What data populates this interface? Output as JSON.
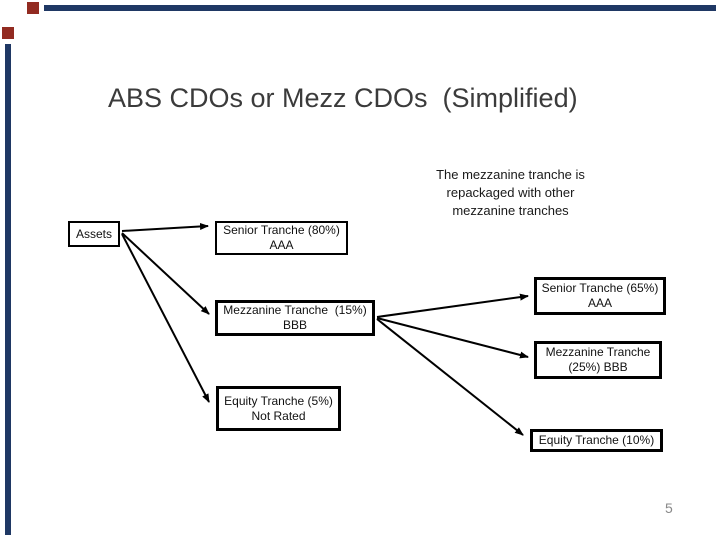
{
  "slide": {
    "title": "ABS CDOs or Mezz CDOs  (Simplified)",
    "note": {
      "lines": [
        "The mezzanine tranche is",
        "repackaged with other",
        "mezzanine tranches"
      ]
    },
    "boxes": {
      "assets": {
        "label": "Assets"
      },
      "senior80": {
        "line1": "Senior Tranche (80%)",
        "line2": "AAA"
      },
      "mezz15": {
        "line1": "Mezzanine Tranche  (15%)",
        "line2": "BBB"
      },
      "equity5": {
        "line1": "Equity Tranche (5%)",
        "line2": "Not Rated"
      },
      "senior65": {
        "line1": "Senior Tranche (65%)",
        "line2": "AAA"
      },
      "mezz25": {
        "line1": "Mezzanine Tranche",
        "line2": "(25%) BBB"
      },
      "equity10": {
        "label": "Equity Tranche (10%)"
      }
    },
    "edges": [
      {
        "from": "Assets",
        "to": "Senior Tranche (80%) AAA"
      },
      {
        "from": "Assets",
        "to": "Mezzanine Tranche (15%) BBB"
      },
      {
        "from": "Assets",
        "to": "Equity Tranche (5%) Not Rated"
      },
      {
        "from": "Mezzanine Tranche (15%) BBB",
        "to": "Senior Tranche (65%) AAA"
      },
      {
        "from": "Mezzanine Tranche (15%) BBB",
        "to": "Mezzanine Tranche (25%) BBB"
      },
      {
        "from": "Mezzanine Tranche (15%) BBB",
        "to": "Equity Tranche (10%)"
      }
    ],
    "page_number": "5",
    "theme": {
      "accent_bar_color": "#1f3864",
      "accent_square_color": "#922b21",
      "box_border_color": "#000000",
      "arrow_color": "#000000",
      "title_color": "#3b3b3b",
      "page_number_color": "#898989",
      "background": "#ffffff"
    }
  }
}
